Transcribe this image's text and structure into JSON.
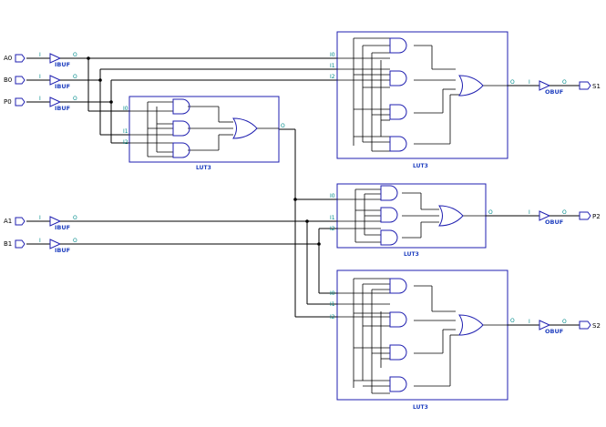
{
  "colors": {
    "wire": "#000000",
    "block": "#1f1fb0",
    "gate": "#1f1fb0",
    "pin": "#008b8b",
    "background": "#ffffff"
  },
  "ports": {
    "inputs": [
      "A0",
      "B0",
      "P0",
      "A1",
      "B1"
    ],
    "outputs": [
      "S1",
      "P2",
      "S2"
    ]
  },
  "buffers": {
    "in_label": "IBUF",
    "out_label": "OBUF",
    "pin_in": "I",
    "pin_out": "O"
  },
  "luts": [
    {
      "id": "lut-a",
      "label": "LUT3",
      "inputs": [
        "I0",
        "I1",
        "I2"
      ],
      "output": "O"
    },
    {
      "id": "lut-s1",
      "label": "LUT3",
      "inputs": [
        "I0",
        "I1",
        "I2"
      ],
      "output": "O"
    },
    {
      "id": "lut-p2",
      "label": "LUT3",
      "inputs": [
        "I0",
        "I1",
        "I2"
      ],
      "output": "O"
    },
    {
      "id": "lut-s2",
      "label": "LUT3",
      "inputs": [
        "I0",
        "I1",
        "I2"
      ],
      "output": "O"
    }
  ]
}
